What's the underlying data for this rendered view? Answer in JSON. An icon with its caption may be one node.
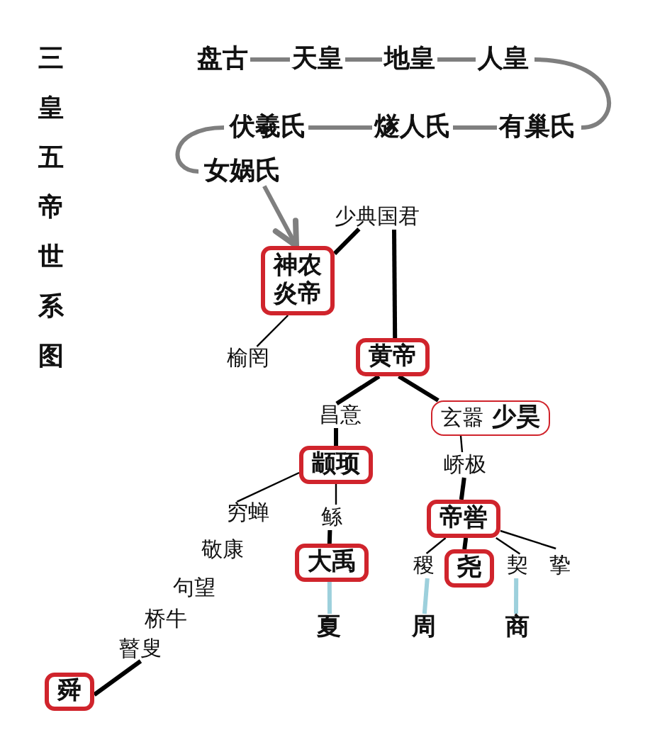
{
  "diagram": {
    "title": "三皇五帝世系图",
    "nodes": [
      {
        "text": [
          "盘古"
        ]
      },
      {
        "text": [
          "天皇"
        ]
      },
      {
        "text": [
          "地皇"
        ]
      },
      {
        "text": [
          "人皇"
        ]
      },
      {
        "text": [
          "伏羲氏"
        ]
      },
      {
        "text": [
          "燧人氏"
        ]
      },
      {
        "text": [
          "有巢氏"
        ]
      },
      {
        "text": [
          "女娲氏"
        ]
      },
      {
        "text": [
          "少典国君"
        ]
      },
      {
        "text": [
          "神农炎帝"
        ]
      },
      {
        "text": [
          "榆罔"
        ]
      },
      {
        "text": [
          "黄帝"
        ]
      },
      {
        "text": [
          "昌意"
        ]
      },
      {
        "text": [
          "玄嚣",
          "少昊"
        ]
      },
      {
        "text": [
          "颛顼"
        ]
      },
      {
        "text": [
          "峤极"
        ]
      },
      {
        "text": [
          "穷蝉"
        ]
      },
      {
        "text": [
          "鲧"
        ]
      },
      {
        "text": [
          "帝喾"
        ]
      },
      {
        "text": [
          "敬康"
        ]
      },
      {
        "text": [
          "大禹"
        ]
      },
      {
        "text": [
          "稷"
        ]
      },
      {
        "text": [
          "尧"
        ]
      },
      {
        "text": [
          "契"
        ]
      },
      {
        "text": [
          "挚"
        ]
      },
      {
        "text": [
          "句望"
        ]
      },
      {
        "text": [
          "桥牛"
        ]
      },
      {
        "text": [
          "夏"
        ]
      },
      {
        "text": [
          "周"
        ]
      },
      {
        "text": [
          "商"
        ]
      },
      {
        "text": [
          "瞽叟"
        ]
      },
      {
        "text": [
          "舜"
        ]
      }
    ],
    "edges": [
      {
        "from": 0,
        "to": 1,
        "arrow": "none",
        "color": "#7f7f7f"
      },
      {
        "from": 1,
        "to": 2,
        "arrow": "none",
        "color": "#7f7f7f"
      },
      {
        "from": 2,
        "to": 3,
        "arrow": "none",
        "color": "#7f7f7f"
      },
      {
        "from": 3,
        "to": 6,
        "arrow": "none",
        "color": "#7f7f7f"
      },
      {
        "from": 6,
        "to": 5,
        "arrow": "none",
        "color": "#7f7f7f"
      },
      {
        "from": 5,
        "to": 4,
        "arrow": "none",
        "color": "#7f7f7f"
      },
      {
        "from": 4,
        "to": 7,
        "arrow": "none",
        "color": "#7f7f7f"
      },
      {
        "from": 7,
        "to": 9,
        "arrow": "to",
        "color": "#7f7f7f"
      },
      {
        "from": 8,
        "to": 9,
        "arrow": "none"
      },
      {
        "from": 8,
        "to": 11,
        "arrow": "none"
      },
      {
        "from": 9,
        "to": 10,
        "arrow": "none"
      },
      {
        "from": 11,
        "to": 12,
        "arrow": "none"
      },
      {
        "from": 11,
        "to": 13,
        "arrow": "none"
      },
      {
        "from": 12,
        "to": 14,
        "arrow": "none"
      },
      {
        "from": 13,
        "to": 15,
        "arrow": "none"
      },
      {
        "from": 15,
        "to": 18,
        "arrow": "none"
      },
      {
        "from": 14,
        "to": 16,
        "arrow": "none"
      },
      {
        "from": 14,
        "to": 17,
        "arrow": "none"
      },
      {
        "from": 17,
        "to": 20,
        "arrow": "none"
      },
      {
        "from": 18,
        "to": 21,
        "arrow": "none"
      },
      {
        "from": 18,
        "to": 22,
        "arrow": "none"
      },
      {
        "from": 18,
        "to": 23,
        "arrow": "none"
      },
      {
        "from": 18,
        "to": 24,
        "arrow": "none"
      },
      {
        "from": 20,
        "to": 27,
        "arrow": "none",
        "color": "#9dd0dc"
      },
      {
        "from": 21,
        "to": 28,
        "arrow": "none",
        "color": "#9dd0dc"
      },
      {
        "from": 23,
        "to": 29,
        "arrow": "none",
        "color": "#9dd0dc"
      },
      {
        "from": 30,
        "to": 31,
        "arrow": "none"
      }
    ]
  }
}
